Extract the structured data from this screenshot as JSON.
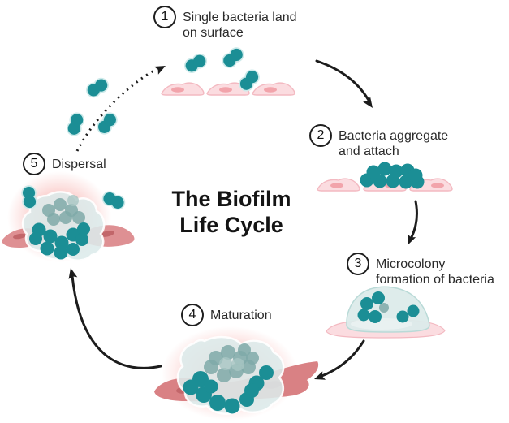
{
  "title": {
    "line1": "The Biofilm",
    "line2": "Life Cycle"
  },
  "steps": [
    {
      "number": "1",
      "line1": "Single bacteria land",
      "line2": "on surface"
    },
    {
      "number": "2",
      "line1": "Bacteria aggregate",
      "line2": "and attach"
    },
    {
      "number": "3",
      "line1": "Microcolony",
      "line2": "formation of bacteria"
    },
    {
      "number": "4",
      "line1": "Maturation",
      "line2": ""
    },
    {
      "number": "5",
      "line1": "Dispersal",
      "line2": ""
    }
  ],
  "colors": {
    "bacteria_teal": "#1b8e95",
    "bacteria_halo": "#cdeaea",
    "bacteria_muted": "#7fa9a8",
    "cell_fill": "#fbdce0",
    "cell_border": "#f3b9c1",
    "cell_nucleus": "#f2a4ab",
    "surface_red": "#d98184",
    "surface_red_nucleus": "#c2666a",
    "biofilm_fill": "#dcebea",
    "biofilm_rim": "#ffffff",
    "glow_red": "#f59a96",
    "arrow": "#1c1c1c",
    "text": "#2a2a2a",
    "background": "#ffffff"
  }
}
